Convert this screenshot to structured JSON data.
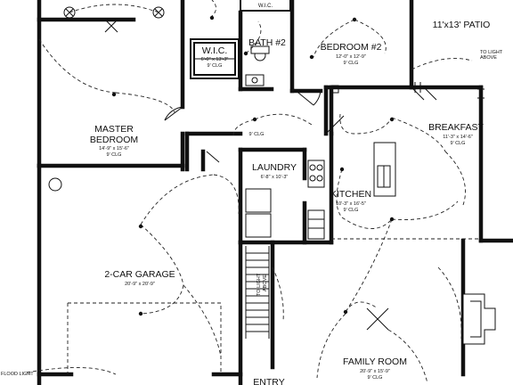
{
  "rooms": {
    "master": {
      "name_line1": "MASTER",
      "name_line2": "BEDROOM",
      "dims": "14'-9\" x 15'-6\"",
      "ceiling": "9' CLG"
    },
    "wic": {
      "name": "W.I.C.",
      "dims": "6'-0\" x 13'-3\"",
      "ceiling": "9' CLG"
    },
    "wic_top": {
      "name": "W.I.C."
    },
    "bath2": {
      "name": "BATH #2"
    },
    "bedroom2": {
      "name": "BEDROOM #2",
      "dims": "12'-0\" x 12'-9\"",
      "ceiling": "9' CLG"
    },
    "patio": {
      "name": "11'x13' PATIO"
    },
    "breakfast": {
      "name": "BREAKFAST",
      "dims": "11'-3\" x 14'-6\"",
      "ceiling": "9' CLG"
    },
    "hall": {
      "ceiling": "9' CLG"
    },
    "laundry": {
      "name": "LAUNDRY",
      "dims": "6'-8\" x 10'-3\""
    },
    "kitchen": {
      "name": "KITCHEN",
      "dims": "10'-3\" x 16'-5\"",
      "ceiling": "9' CLG"
    },
    "garage": {
      "name": "2-CAR GARAGE",
      "dims": "20'-9\" x 20'-9\""
    },
    "family": {
      "name": "FAMILY ROOM",
      "dims": "20'-9\" x 15'-9\"",
      "ceiling": "9' CLG"
    },
    "entry": {
      "name": "ENTRY"
    }
  },
  "notes": {
    "light_above_right_line1": "TO LIGHT",
    "light_above_right_line2": "ABOVE",
    "light_above_stair_line1": "TO LIGHT",
    "light_above_stair_line2": "ABOVE",
    "flood_light": "FLOOD LIGHT"
  }
}
